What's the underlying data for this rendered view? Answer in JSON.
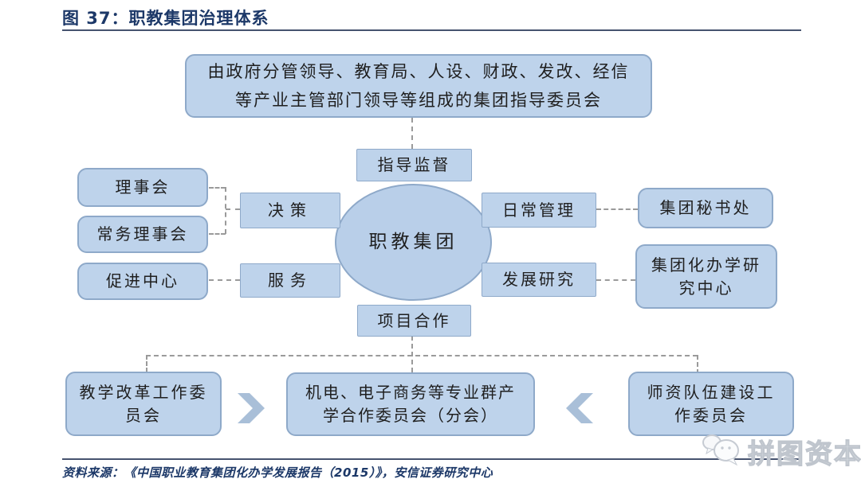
{
  "figure": {
    "label": "图 37：",
    "title": "职教集团治理体系"
  },
  "diagram": {
    "nodes": {
      "top_committee": "由政府分管领导、教育局、人设、财政、发改、经信等产业主管部门领导等组成的集团指导委员会",
      "guidance": "指导监督",
      "center": "职教集团",
      "council": "理事会",
      "standing_council": "常务理事会",
      "promotion_center": "促进中心",
      "decision": "决策",
      "service": "服务",
      "daily_management": "日常管理",
      "development_research": "发展研究",
      "secretariat": "集团秘书处",
      "research_center": "集团化办学研究中心",
      "project_cooperation": "项目合作",
      "teaching_reform_committee": "教学改革工作委员会",
      "industry_cooperation_committee": "机电、电子商务等专业群产学合作委员会（分会）",
      "teacher_committee": "师资队伍建设工作委员会"
    },
    "arrows": {
      "left_chevron_direction": "right",
      "right_chevron_direction": "left"
    }
  },
  "source": {
    "text": "资料来源：《中国职业教育集团化办学发展报告（2015）》，安信证券研究中心"
  },
  "watermark": {
    "text": "拼图资本",
    "icon": "wechat-icon"
  },
  "colors": {
    "navy": "#1C3868",
    "rule": "#46536F",
    "ink": "#1F1F1F",
    "box_fill": "#BED3EB",
    "box_border": "#8EA9C9",
    "ellipse_fill": "#B9CFE9",
    "dash": "#9A9A9A",
    "chevron": "#A9BFD8",
    "watermark_gray": "#BFC5CD"
  }
}
